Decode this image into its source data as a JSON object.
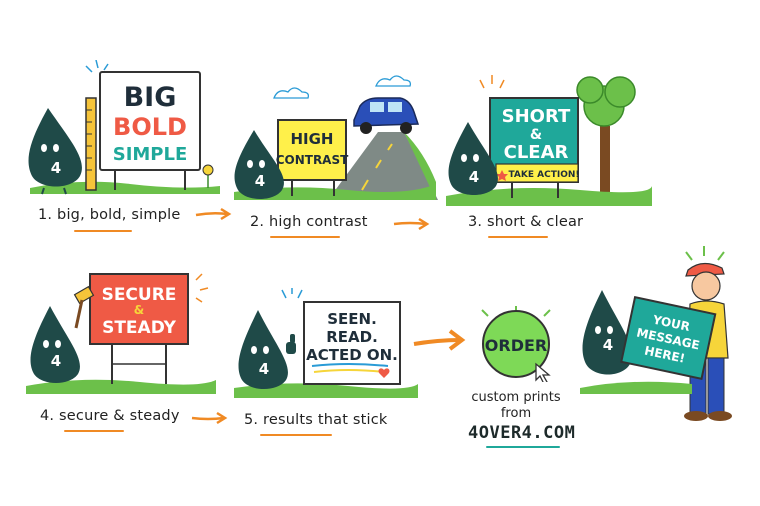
{
  "steps": [
    {
      "caption": "1. big, bold, simple",
      "sign": [
        "BIG",
        "BOLD",
        "SIMPLE"
      ]
    },
    {
      "caption": "2. high contrast",
      "sign": [
        "HIGH",
        "CONTRAST"
      ]
    },
    {
      "caption": "3. short & clear",
      "sign": [
        "SHORT",
        "&",
        "CLEAR"
      ],
      "banner": "TAKE ACTION!"
    },
    {
      "caption": "4. secure & steady",
      "sign": [
        "SECURE",
        "&",
        "STEADY"
      ]
    },
    {
      "caption": "5. results that stick",
      "sign": [
        "SEEN.",
        "READ.",
        "ACTED ON."
      ]
    }
  ],
  "mascot_label": "4",
  "cta": {
    "button": "ORDER",
    "text_line1": "custom prints",
    "text_line2": "from",
    "url": "4OVER4.COM",
    "held_sign": [
      "YOUR",
      "MESSAGE",
      "HERE!"
    ]
  },
  "colors": {
    "mascot": "#1f4a48",
    "orange": "#f08a24",
    "grass": "#6cc04a",
    "yellow_sign": "#fff04a",
    "teal_sign": "#1fa89a",
    "red_sign": "#ef5a45",
    "order_green": "#7ed957"
  },
  "icons": [
    "ruler-icon",
    "car-icon",
    "tree-icon",
    "hammer-icon",
    "thumbs-up-icon",
    "cursor-icon",
    "heart-icon",
    "star-icon",
    "flower-icon",
    "cloud-icon"
  ]
}
